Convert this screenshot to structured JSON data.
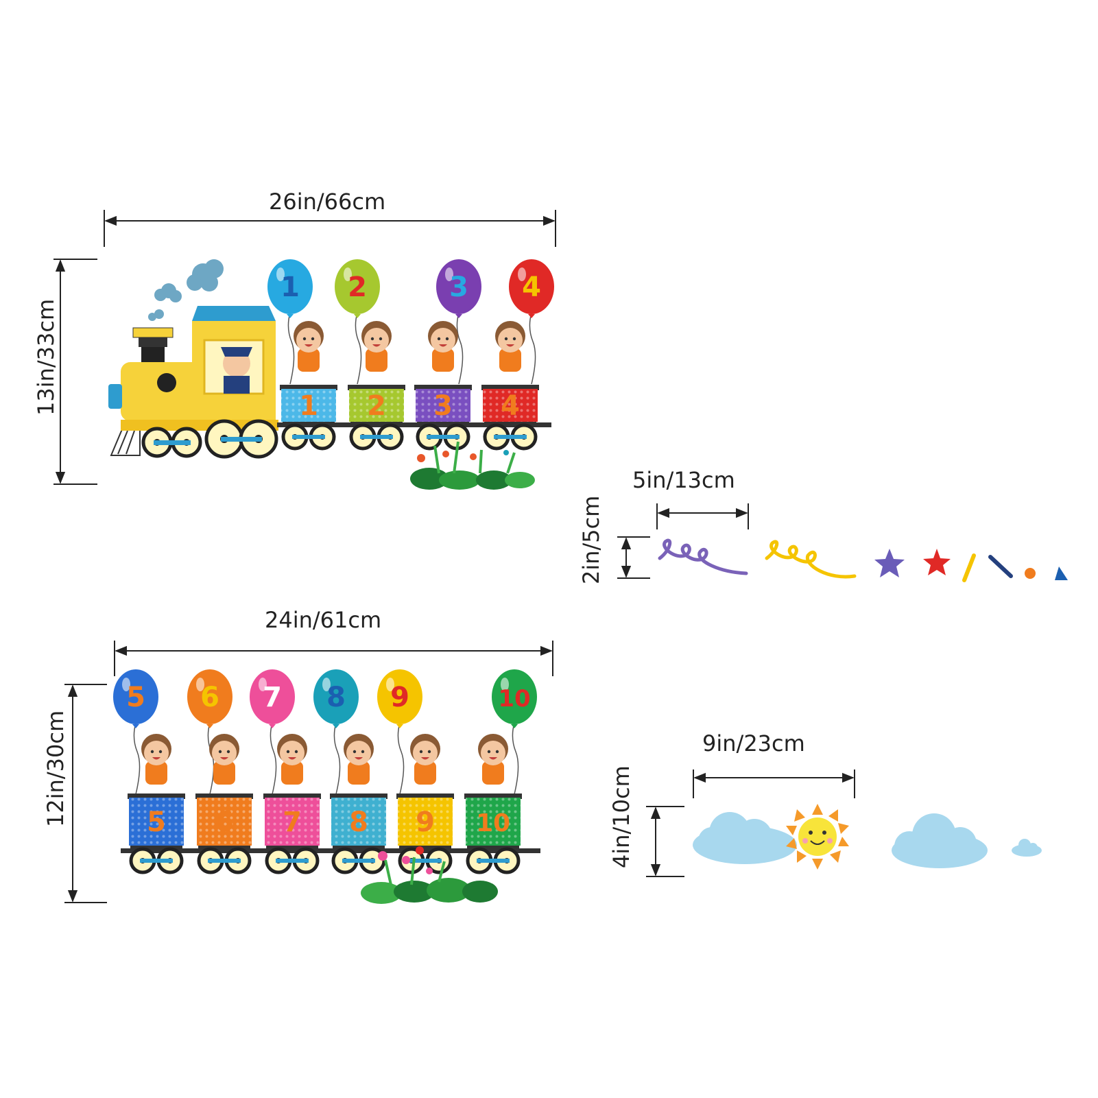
{
  "dimensions": {
    "train_top_width": "26in/66cm",
    "train_top_height": "13in/33cm",
    "train_bottom_width": "24in/61cm",
    "train_bottom_height": "12in/30cm",
    "confetti_width": "5in/13cm",
    "confetti_height": "2in/5cm",
    "sky_width": "9in/23cm",
    "sky_height": "4in/10cm"
  },
  "top_train": {
    "balloons": [
      "1",
      "2",
      "3",
      "4"
    ],
    "wagons": [
      "1",
      "2",
      "3",
      "4"
    ]
  },
  "bottom_train": {
    "balloons": [
      "5",
      "6",
      "7",
      "8",
      "9",
      "10"
    ],
    "wagons": [
      "5",
      "6",
      "7",
      "8",
      "9",
      "10"
    ]
  },
  "colors": {
    "balloon_top": [
      "#27a9e1",
      "#a6c82f",
      "#7a3fb0",
      "#e02926"
    ],
    "balloon_top_number": [
      "#1b5fb0",
      "#e02926",
      "#27a9e1",
      "#f5c400"
    ],
    "balloon_bottom": [
      "#2b6fd6",
      "#f07c1e",
      "#ee4f9a",
      "#1aa0b8",
      "#f5c400",
      "#1fa64a"
    ],
    "balloon_bottom_number": [
      "#f07c1e",
      "#f5c400",
      "#ffffff",
      "#1b5fb0",
      "#e02926",
      "#e02926"
    ],
    "wagon_top": [
      "#4cb8e8",
      "#a6c82f",
      "#7a4fc0",
      "#e02926"
    ],
    "wagon_bottom": [
      "#2b6fd6",
      "#f07c1e",
      "#ee4f9a",
      "#3fb0d0",
      "#f5c400",
      "#1fa64a"
    ],
    "engine": "#f6d23a",
    "smoke": "#6ea7c4",
    "cloud": "#a8d8ee",
    "sun": "#f8e43a",
    "sun_rays": "#f59a2a"
  }
}
